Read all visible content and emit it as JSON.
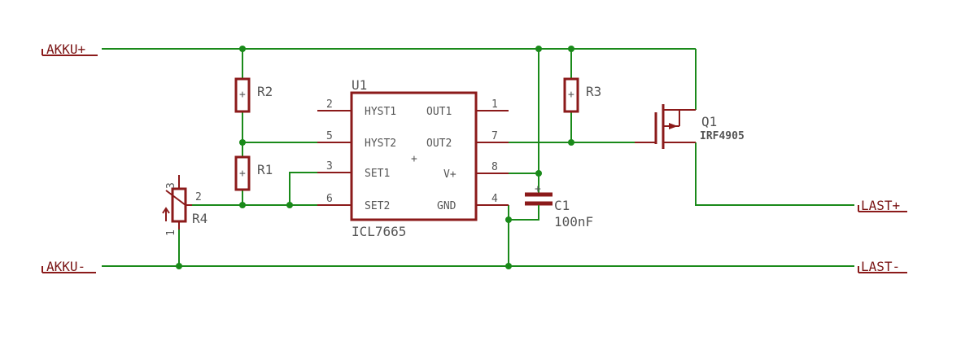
{
  "nets": {
    "akku_plus": "AKKU+",
    "akku_minus": "AKKU-",
    "last_plus": "LAST+",
    "last_minus": "LAST-"
  },
  "components": {
    "r1": {
      "name": "R1"
    },
    "r2": {
      "name": "R2"
    },
    "r3": {
      "name": "R3"
    },
    "r4": {
      "name": "R4",
      "pin_top": "3",
      "pin_wiper": "2",
      "pin_bottom": "1"
    },
    "u1": {
      "name": "U1",
      "value": "ICL7665",
      "pins_left": [
        {
          "num": "2",
          "label": "HYST1"
        },
        {
          "num": "5",
          "label": "HYST2"
        },
        {
          "num": "3",
          "label": "SET1"
        },
        {
          "num": "6",
          "label": "SET2"
        }
      ],
      "pins_right": [
        {
          "num": "1",
          "label": "OUT1"
        },
        {
          "num": "7",
          "label": "OUT2"
        },
        {
          "num": "8",
          "label": "V+"
        },
        {
          "num": "4",
          "label": "GND"
        }
      ]
    },
    "c1": {
      "name": "C1",
      "value": "100nF"
    },
    "q1": {
      "name": "Q1",
      "value": "IRF4905"
    }
  },
  "colors": {
    "wire": "#1a8a1a",
    "part": "#8b1a1a",
    "net_label": "#7a1414",
    "name_label": "#555555"
  }
}
